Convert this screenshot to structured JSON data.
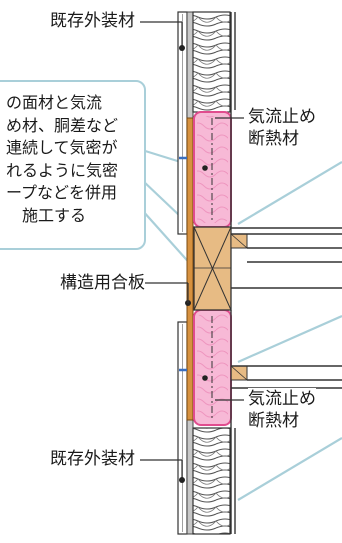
{
  "labels": {
    "existing_cladding_top": "既存外装材",
    "existing_cladding_bottom": "既存外装材",
    "airflow_stop_top_1": "気流止め",
    "airflow_stop_top_2": "断熱材",
    "airflow_stop_bottom_1": "気流止め",
    "airflow_stop_bottom_2": "断熱材",
    "structural_plywood": "構造用合板"
  },
  "callout": {
    "lines": [
      "の面材と気流",
      "め材、胴差など",
      "連続して気密が",
      "れるように気密",
      "ープなどを併用",
      "施工する"
    ]
  },
  "colors": {
    "insulation": "#f4a9cc",
    "insulation_edge": "#e04c8e",
    "wood": "#e7bb84",
    "plywood": "#d7913f",
    "callout_border": "#a9cfd9",
    "leader_blue": "#a9cfd9",
    "tape_blue": "#3b6fbf"
  }
}
